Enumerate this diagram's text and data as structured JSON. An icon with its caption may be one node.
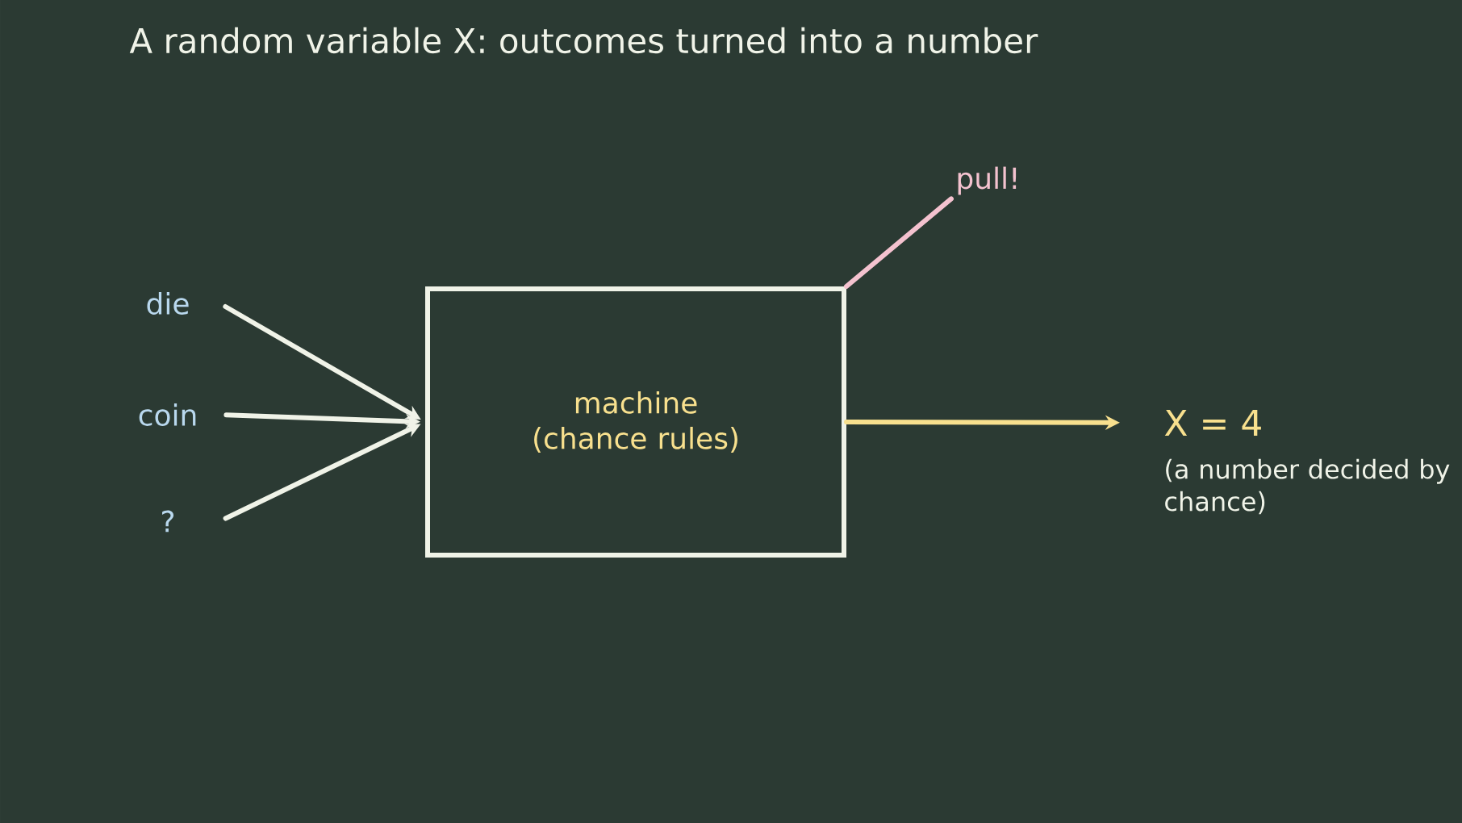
{
  "diagram": {
    "title": "A random variable X: outcomes turned into a number",
    "nodes": [
      {
        "text": [
          "die"
        ]
      },
      {
        "text": [
          "coin"
        ]
      },
      {
        "text": [
          "?"
        ]
      },
      {
        "text": [
          "machine (chance rules)"
        ]
      },
      {
        "text": [
          "pull!"
        ]
      },
      {
        "text": [
          "X = 4"
        ],
        "beside": [
          "(a number decided by chance)"
        ]
      }
    ],
    "edges": [
      {
        "from": 0,
        "to": 3,
        "arrow": "to"
      },
      {
        "from": 1,
        "to": 3,
        "arrow": "to"
      },
      {
        "from": 2,
        "to": 3,
        "arrow": "to"
      },
      {
        "from": 3,
        "to": 4,
        "arrow": "none",
        "color": "#f4c2cf"
      },
      {
        "from": 3,
        "to": 5,
        "arrow": "to",
        "color": "#f8e08e"
      }
    ]
  }
}
